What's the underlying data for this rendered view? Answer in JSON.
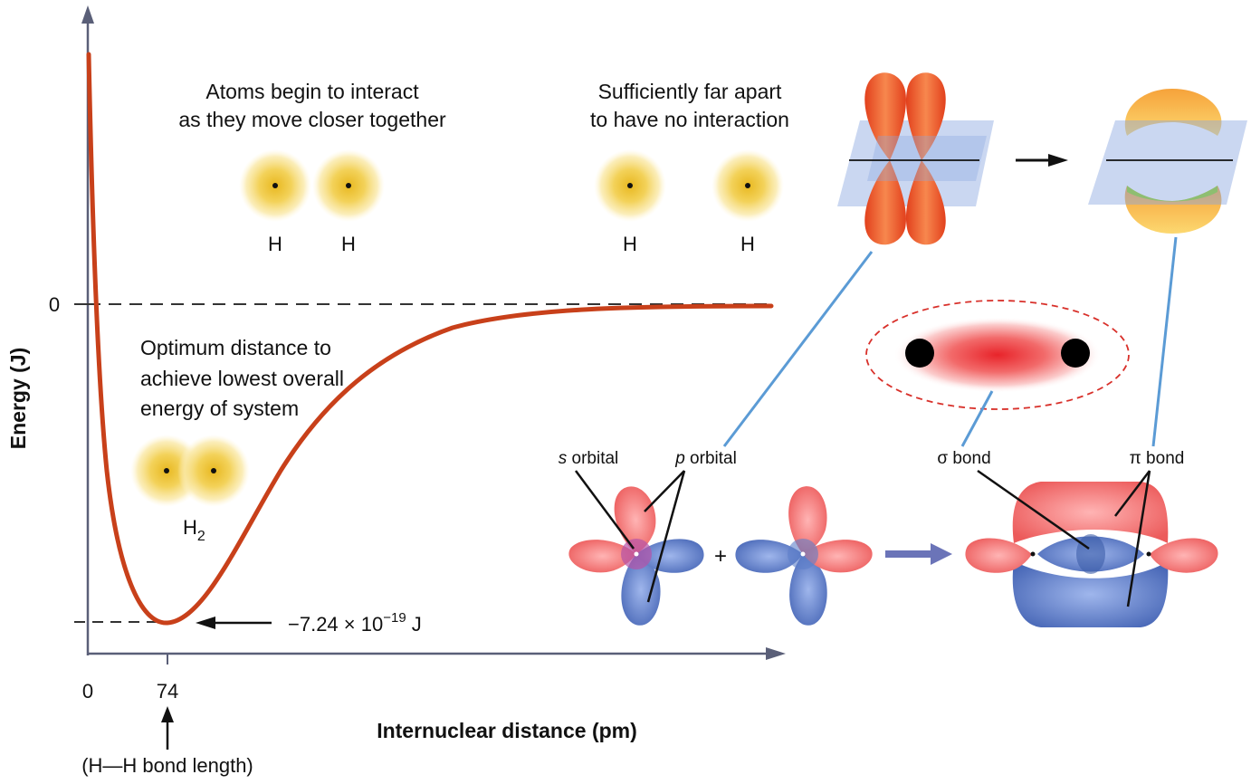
{
  "axes": {
    "y_label": "Energy (J)",
    "x_label": "Internuclear distance (pm)",
    "y_zero": "0",
    "x_zero": "0",
    "x_bond": "74",
    "bond_length_note": "(H—H bond length)"
  },
  "annotations": {
    "begin_interact": [
      "Atoms begin to interact",
      "as they move closer together"
    ],
    "far_apart": [
      "Sufficiently far apart",
      "to have no interaction"
    ],
    "optimum": [
      "Optimum distance to",
      "achieve lowest overall",
      "energy of system"
    ],
    "min_energy": "−7.24 × 10",
    "min_energy_exp": "−19",
    "min_energy_unit": " J"
  },
  "atoms": {
    "h": "H",
    "h2": "H",
    "h2_sub": "2"
  },
  "orbitals": {
    "s_orbital_italic": "s",
    "s_orbital_rest": " orbital",
    "p_orbital_italic": "p",
    "p_orbital_rest": " orbital",
    "plus": "+",
    "sigma_bond": "σ bond",
    "pi_bond": "π bond"
  },
  "colors": {
    "curve": "#c8401a",
    "axis": "#5a5f78",
    "callout_line": "#5b9bd5",
    "red_lobe": "#ee6a6a",
    "blue_lobe": "#5d7ec9",
    "plane": "#8aa6e0"
  }
}
